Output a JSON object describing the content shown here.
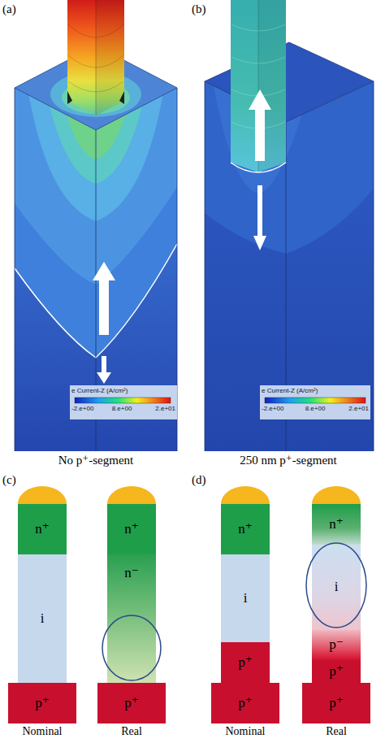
{
  "diagram": {
    "nodes": [
      {
        "text": [
          "n⁺"
        ]
      },
      {
        "text": [
          "i"
        ]
      },
      {
        "text": [
          "p⁺"
        ]
      },
      {
        "text": [
          "n⁺"
        ]
      },
      {
        "text": [
          "n⁻"
        ]
      },
      {
        "text": [
          "p⁺"
        ]
      },
      {
        "text": [
          "n⁺"
        ]
      },
      {
        "text": [
          "i"
        ]
      },
      {
        "text": [
          "p⁺"
        ]
      },
      {
        "text": [
          "p⁺"
        ]
      },
      {
        "text": [
          "n⁺"
        ]
      },
      {
        "text": [
          "i"
        ]
      },
      {
        "text": [
          "p⁻"
        ]
      },
      {
        "text": [
          "p⁺"
        ]
      },
      {
        "text": [
          "p⁺"
        ]
      }
    ],
    "labels": [
      "(a)",
      "(b)",
      "e Current-Z (A/cm²)",
      "-2.e+00",
      "8.e+00",
      "2.e+01",
      "e Current-Z (A/cm²)",
      "-2.e+00",
      "8.e+00",
      "2.e+01",
      "No p⁺-segment",
      "250 nm p⁺-segment",
      "(c)",
      "(d)",
      "Nominal",
      "Real",
      "Nominal",
      "Real"
    ]
  }
}
